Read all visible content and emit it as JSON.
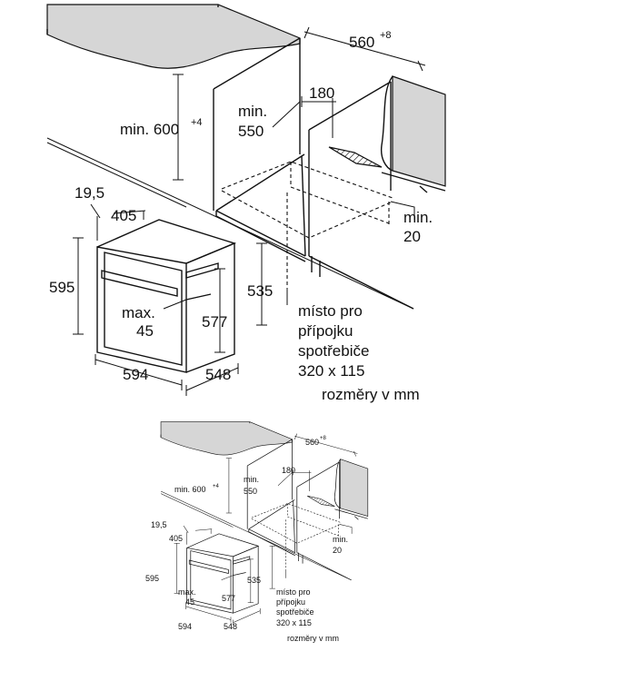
{
  "diagram": {
    "top_panel": {
      "dim_width": "560",
      "dim_width_sup": "+8",
      "dim_height_min": "min. 600",
      "dim_height_min_sup": "+4",
      "dim_depth_min_label": "min.",
      "dim_depth_min_value": "550",
      "dim_vent": "180",
      "dim_gap_label": "min.",
      "dim_gap_value": "20",
      "dim_side": "19,5",
      "dim_inner_width": "405",
      "dim_height": "595",
      "dim_right_height": "535",
      "dim_max_label": "max.",
      "dim_max_value": "45",
      "dim_inner_height": "577",
      "dim_width_front": "594",
      "dim_depth": "548",
      "note_line1": "místo pro",
      "note_line2": "přípojku",
      "note_line3": "spotřebiče",
      "note_line4": "320 x 115",
      "units": "rozměry v mm"
    },
    "bottom_panel": {
      "dim_width": "560",
      "dim_width_sup": "+8",
      "dim_height_min": "min. 600",
      "dim_height_min_sup": "+4",
      "dim_depth_min_label": "min.",
      "dim_depth_min_value": "550",
      "dim_vent": "180",
      "dim_gap_label": "min.",
      "dim_gap_value": "20",
      "dim_side": "19,5",
      "dim_inner_width": "405",
      "dim_height": "595",
      "dim_right_height": "535",
      "dim_max_label": "max.",
      "dim_max_value": "45",
      "dim_inner_height": "577",
      "dim_width_front": "594",
      "dim_depth": "548",
      "note_line1": "místo pro",
      "note_line2": "přípojku",
      "note_line3": "spotřebiče",
      "note_line4": "320 x 115",
      "units": "rozměry v mm"
    }
  }
}
